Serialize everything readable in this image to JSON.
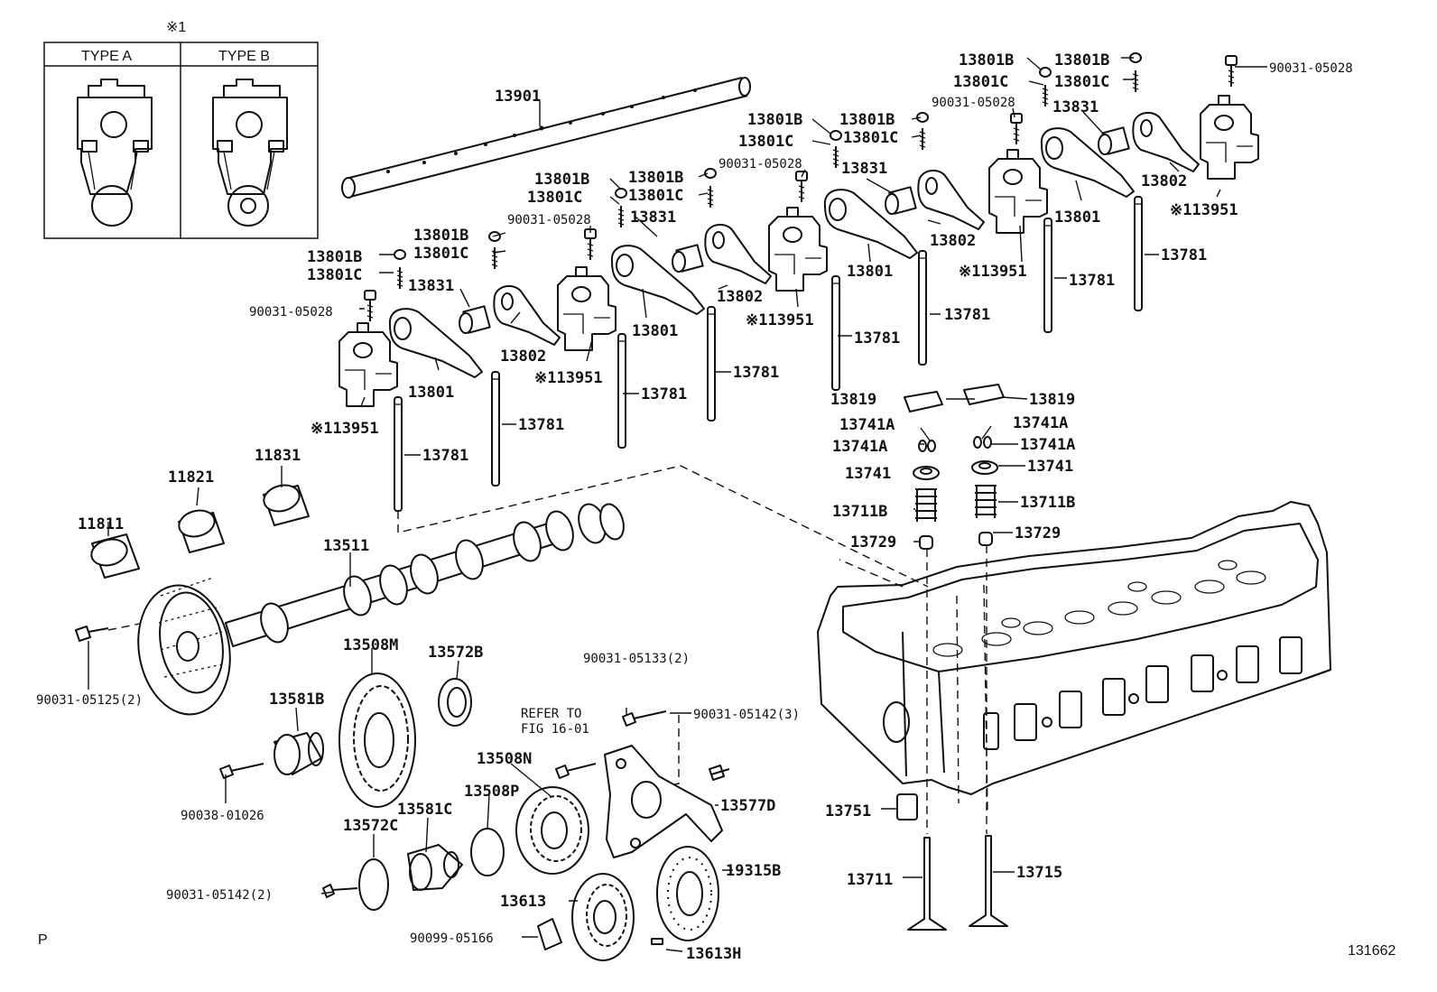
{
  "inset": {
    "note_mark": "※1",
    "type_a": "TYPE A",
    "type_b": "TYPE B"
  },
  "refer_note": {
    "line1": "REFER TO",
    "line2": "FIG 16-01"
  },
  "footer": {
    "corner_mark": "P",
    "diagram_number": "131662"
  },
  "labels": [
    {
      "id": "13901",
      "text": "13901"
    },
    {
      "id": "r1-13801B",
      "text": "13801B"
    },
    {
      "id": "r1-13801C",
      "text": "13801C"
    },
    {
      "id": "r1-90031-05028",
      "text": "90031-05028"
    },
    {
      "id": "r1-13831",
      "text": "13831"
    },
    {
      "id": "r1-13801",
      "text": "13801"
    },
    {
      "id": "r1-13951",
      "text": "※113951"
    },
    {
      "id": "r1-13781",
      "text": "13781"
    },
    {
      "id": "r2-13801B",
      "text": "13801B"
    },
    {
      "id": "r2-13801C",
      "text": "13801C"
    },
    {
      "id": "r2-13802",
      "text": "13802"
    },
    {
      "id": "r2-13781",
      "text": "13781"
    },
    {
      "id": "r3-13801B",
      "text": "13801B"
    },
    {
      "id": "r3-13801C",
      "text": "13801C"
    },
    {
      "id": "r3-90031-05028",
      "text": "90031-05028"
    },
    {
      "id": "r3-13951",
      "text": "※113951"
    },
    {
      "id": "r4-13801B",
      "text": "13801B"
    },
    {
      "id": "r4-13801C",
      "text": "13801C"
    },
    {
      "id": "r4-13831",
      "text": "13831"
    },
    {
      "id": "r4-13801",
      "text": "13801"
    },
    {
      "id": "r4-13781",
      "text": "13781"
    },
    {
      "id": "r5-13802",
      "text": "13802"
    },
    {
      "id": "r5-13781",
      "text": "13781"
    },
    {
      "id": "r6-13801B",
      "text": "13801B"
    },
    {
      "id": "r6-13801C",
      "text": "13801C"
    },
    {
      "id": "r6-90031-05028",
      "text": "90031-05028"
    },
    {
      "id": "r6-13951",
      "text": "※113951"
    },
    {
      "id": "r7-13801B",
      "text": "13801B"
    },
    {
      "id": "r7-13801C",
      "text": "13801C"
    },
    {
      "id": "r7-13831",
      "text": "13831"
    },
    {
      "id": "r7-13801",
      "text": "13801"
    },
    {
      "id": "r7-13781",
      "text": "13781"
    },
    {
      "id": "r8-13802",
      "text": "13802"
    },
    {
      "id": "r8-13781",
      "text": "13781"
    },
    {
      "id": "r9-13801B",
      "text": "13801B"
    },
    {
      "id": "r9-13801C",
      "text": "13801C"
    },
    {
      "id": "r9-90031-05028",
      "text": "90031-05028"
    },
    {
      "id": "r9-13951",
      "text": "※113951"
    },
    {
      "id": "r10-13831",
      "text": "13831"
    },
    {
      "id": "r10-13781",
      "text": "13781"
    },
    {
      "id": "r11-13801B",
      "text": "13801B"
    },
    {
      "id": "r11-13801C",
      "text": "13801C"
    },
    {
      "id": "r11-13801",
      "text": "13801"
    },
    {
      "id": "r11-13781",
      "text": "13781"
    },
    {
      "id": "r12-90031-05028",
      "text": "90031-05028"
    },
    {
      "id": "r12-13802",
      "text": "13802"
    },
    {
      "id": "r12-13951",
      "text": "※113951"
    },
    {
      "id": "r12-13781",
      "text": "13781"
    },
    {
      "id": "v-13819a",
      "text": "13819"
    },
    {
      "id": "v-13819b",
      "text": "13819"
    },
    {
      "id": "v-13741Aa",
      "text": "13741A"
    },
    {
      "id": "v-13741Ab",
      "text": "13741A"
    },
    {
      "id": "v-13741Ac",
      "text": "13741A"
    },
    {
      "id": "v-13741Ad",
      "text": "13741A"
    },
    {
      "id": "v-13741a",
      "text": "13741"
    },
    {
      "id": "v-13741b",
      "text": "13741"
    },
    {
      "id": "v-13711Ba",
      "text": "13711B"
    },
    {
      "id": "v-13711Bb",
      "text": "13711B"
    },
    {
      "id": "v-13729a",
      "text": "13729"
    },
    {
      "id": "v-13729b",
      "text": "13729"
    },
    {
      "id": "v-13751",
      "text": "13751"
    },
    {
      "id": "v-13711",
      "text": "13711"
    },
    {
      "id": "v-13715",
      "text": "13715"
    },
    {
      "id": "c-11811",
      "text": "11811"
    },
    {
      "id": "c-11821",
      "text": "11821"
    },
    {
      "id": "c-11831",
      "text": "11831"
    },
    {
      "id": "c-13511",
      "text": "13511"
    },
    {
      "id": "c-90031-05125",
      "text": "90031-05125(2)"
    },
    {
      "id": "g-13508M",
      "text": "13508M"
    },
    {
      "id": "g-13572B",
      "text": "13572B"
    },
    {
      "id": "g-13581B",
      "text": "13581B"
    },
    {
      "id": "g-90038-01026",
      "text": "90038-01026"
    },
    {
      "id": "g-90031-05133",
      "text": "90031-05133(2)"
    },
    {
      "id": "g-90031-05142-3",
      "text": "90031-05142(3)"
    },
    {
      "id": "g-13508N",
      "text": "13508N"
    },
    {
      "id": "g-13508P",
      "text": "13508P"
    },
    {
      "id": "g-13581C",
      "text": "13581C"
    },
    {
      "id": "g-13572C",
      "text": "13572C"
    },
    {
      "id": "g-13577D",
      "text": "13577D"
    },
    {
      "id": "g-19315B",
      "text": "19315B"
    },
    {
      "id": "g-13613",
      "text": "13613"
    },
    {
      "id": "g-90031-05142-2",
      "text": "90031-05142(2)"
    },
    {
      "id": "g-90099-05166",
      "text": "90099-05166"
    },
    {
      "id": "g-13613H",
      "text": "13613H"
    }
  ]
}
